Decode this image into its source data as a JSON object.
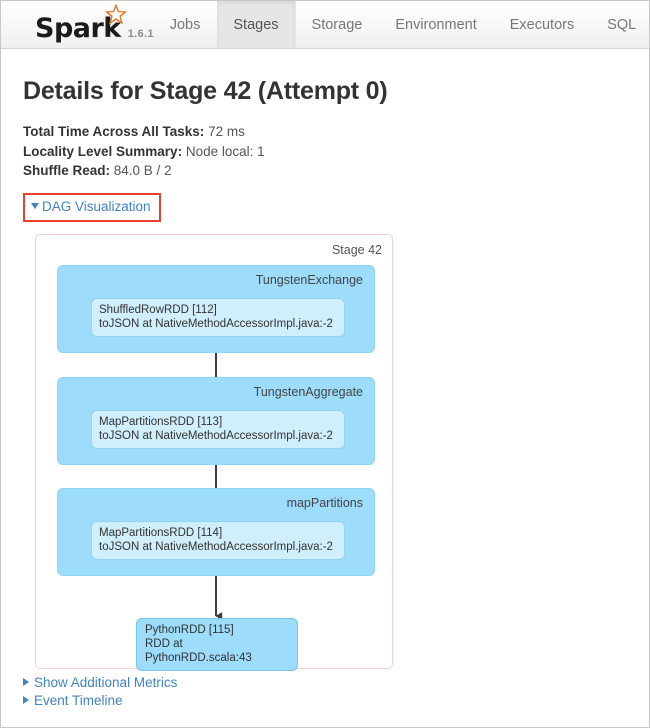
{
  "navbar": {
    "logo_text": "Spark",
    "logo_star_icon": "star-icon",
    "version": "1.6.1",
    "tabs": [
      {
        "label": "Jobs",
        "active": false
      },
      {
        "label": "Stages",
        "active": true
      },
      {
        "label": "Storage",
        "active": false
      },
      {
        "label": "Environment",
        "active": false
      },
      {
        "label": "Executors",
        "active": false
      },
      {
        "label": "SQL",
        "active": false
      }
    ]
  },
  "page": {
    "title": "Details for Stage 42 (Attempt 0)",
    "metrics": [
      {
        "label": "Total Time Across All Tasks:",
        "value": "72 ms"
      },
      {
        "label": "Locality Level Summary:",
        "value": "Node local: 1"
      },
      {
        "label": "Shuffle Read:",
        "value": "84.0 B / 2"
      }
    ],
    "dag_toggle_label": "DAG Visualization",
    "dag_toggle_caret": "caret-down-icon",
    "footer_links": [
      {
        "label": "Show Additional Metrics",
        "caret": "caret-right-icon"
      },
      {
        "label": "Event Timeline",
        "caret": "caret-right-icon"
      }
    ]
  },
  "dag": {
    "stage_label": "Stage 42",
    "groups": [
      {
        "label": "TungstenExchange",
        "rdd_title": "ShuffledRowRDD [112]",
        "rdd_subtitle": "toJSON at NativeMethodAccessorImpl.java:-2"
      },
      {
        "label": "TungstenAggregate",
        "rdd_title": "MapPartitionsRDD [113]",
        "rdd_subtitle": "toJSON at NativeMethodAccessorImpl.java:-2"
      },
      {
        "label": "mapPartitions",
        "rdd_title": "MapPartitionsRDD [114]",
        "rdd_subtitle": "toJSON at NativeMethodAccessorImpl.java:-2"
      }
    ],
    "terminal_node": {
      "rdd_title": "PythonRDD [115]",
      "rdd_subtitle": "RDD at PythonRDD.scala:43"
    }
  },
  "colors": {
    "accent_link": "#4183c4",
    "annotation_red": "#e8412d",
    "group_blue": "#9ddcfb",
    "rdd_blue": "#d0eefb",
    "container_pink": "#f6cfd4",
    "star_orange": "#e8762c"
  }
}
